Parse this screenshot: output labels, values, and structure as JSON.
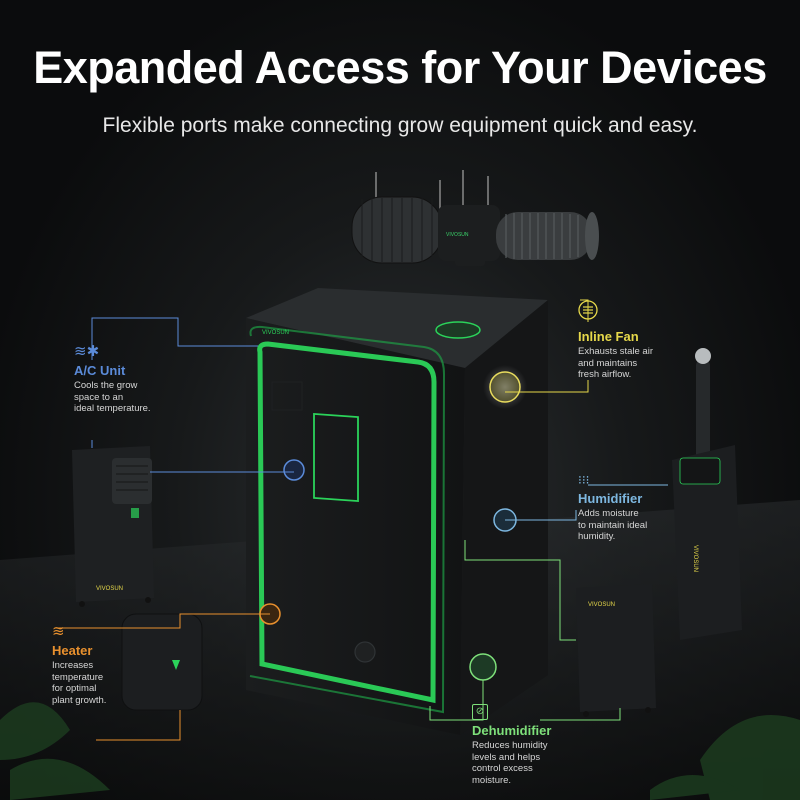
{
  "header": {
    "title": "Expanded Access for Your Devices",
    "subtitle": "Flexible ports make connecting grow equipment quick and easy."
  },
  "colors": {
    "ac": "#5b8bd9",
    "inline_fan": "#e6d84a",
    "humidifier": "#7db7e0",
    "heater": "#e8902e",
    "dehumidifier": "#7ee07a",
    "tent_glow": "#2bd35a"
  },
  "brand": "VIVOSUN",
  "devices": {
    "ac": {
      "icon": "snow-fan-icon",
      "name": "A/C Unit",
      "desc": [
        "Cools the grow",
        "space to an",
        "ideal temperature."
      ]
    },
    "inline_fan": {
      "icon": "fan-icon",
      "name": "Inline Fan",
      "desc": [
        "Exhausts stale air",
        "and maintains",
        "fresh airflow."
      ]
    },
    "humidifier": {
      "icon": "humidifier-icon",
      "name": "Humidifier",
      "desc": [
        "Adds moisture",
        "to maintain ideal",
        "humidity."
      ]
    },
    "heater": {
      "icon": "heat-icon",
      "name": "Heater",
      "desc": [
        "Increases",
        "temperature",
        "for optimal",
        "plant growth."
      ]
    },
    "dehumidifier": {
      "icon": "droplet-icon",
      "name": "Dehumidifier",
      "desc": [
        "Reduces humidity",
        "levels and helps",
        "control excess",
        "moisture."
      ]
    }
  }
}
